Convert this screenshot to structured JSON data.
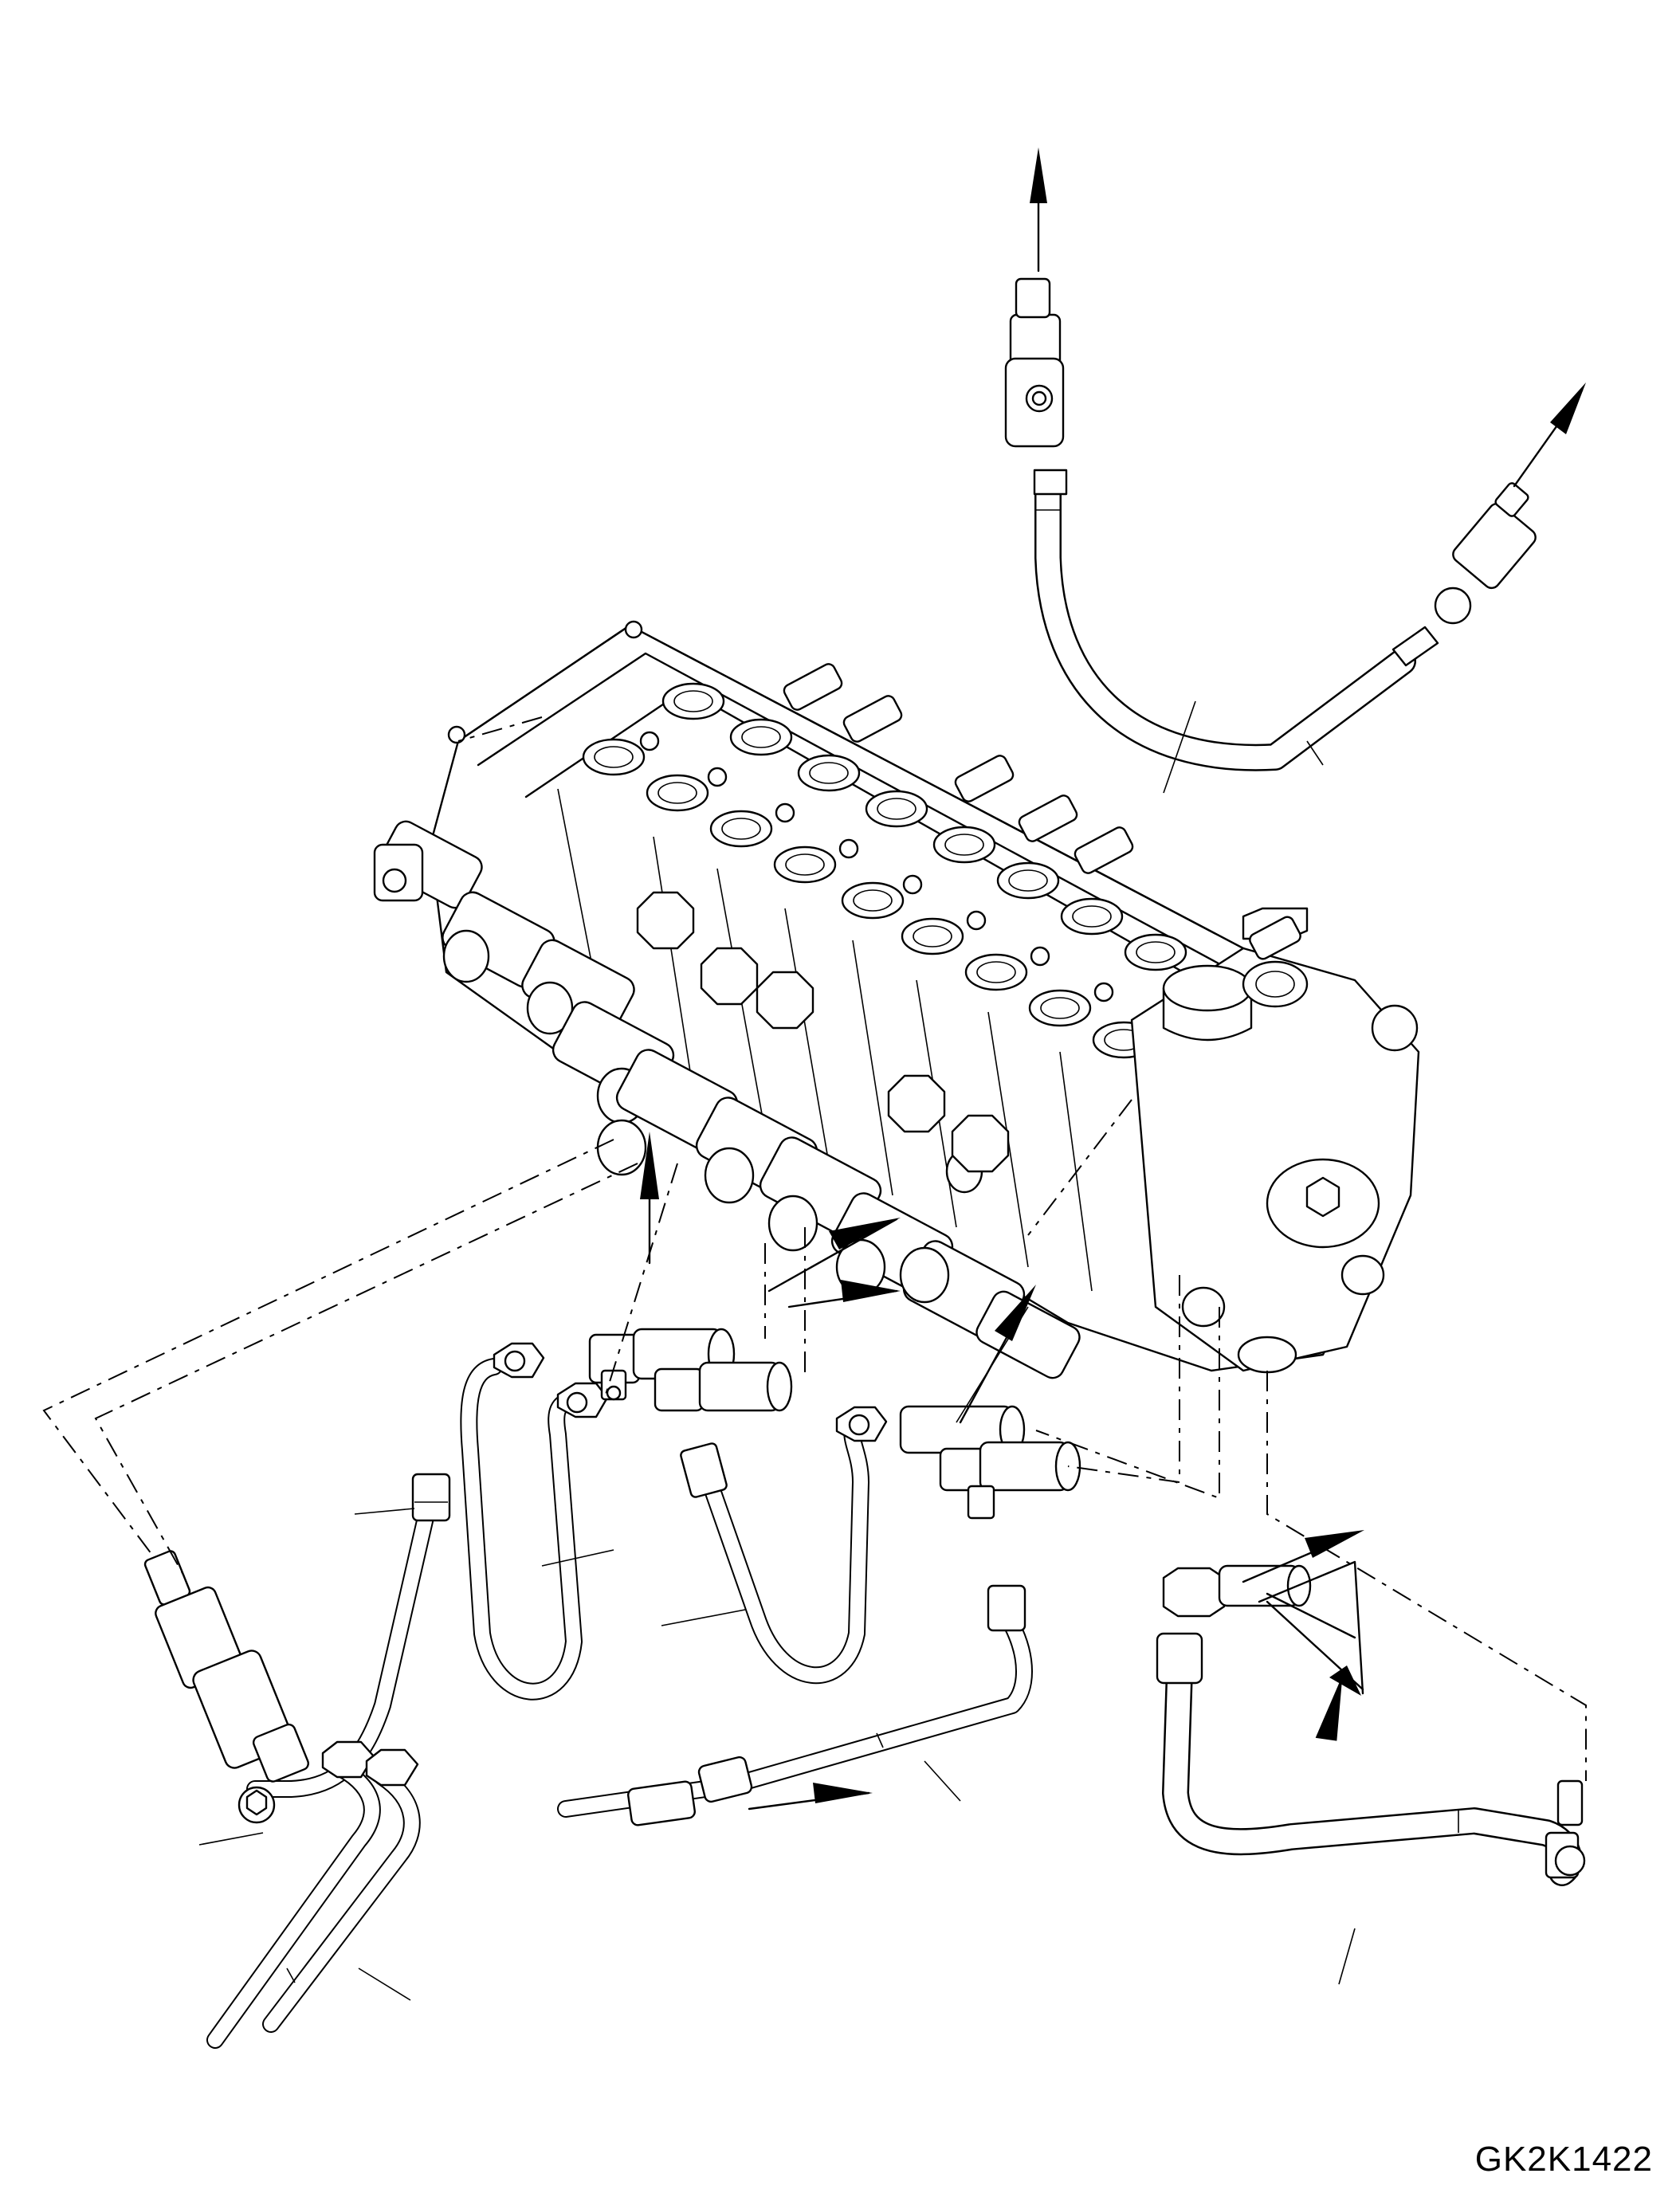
{
  "drawing_code": "GK2K1422",
  "colors": {
    "line": "#000000",
    "background": "#ffffff"
  },
  "components": [
    {
      "id": "control-valve-block",
      "kind": "valve-assembly"
    },
    {
      "id": "hose-top-right",
      "kind": "hose"
    },
    {
      "id": "pipe-left-long",
      "kind": "pipe"
    },
    {
      "id": "pipe-u-left",
      "kind": "pipe"
    },
    {
      "id": "pipe-u-middle",
      "kind": "pipe"
    },
    {
      "id": "pipe-bottom-center",
      "kind": "pipe"
    },
    {
      "id": "hose-bottom-right",
      "kind": "hose"
    },
    {
      "id": "pipe-bottom-left",
      "kind": "pipe"
    }
  ]
}
